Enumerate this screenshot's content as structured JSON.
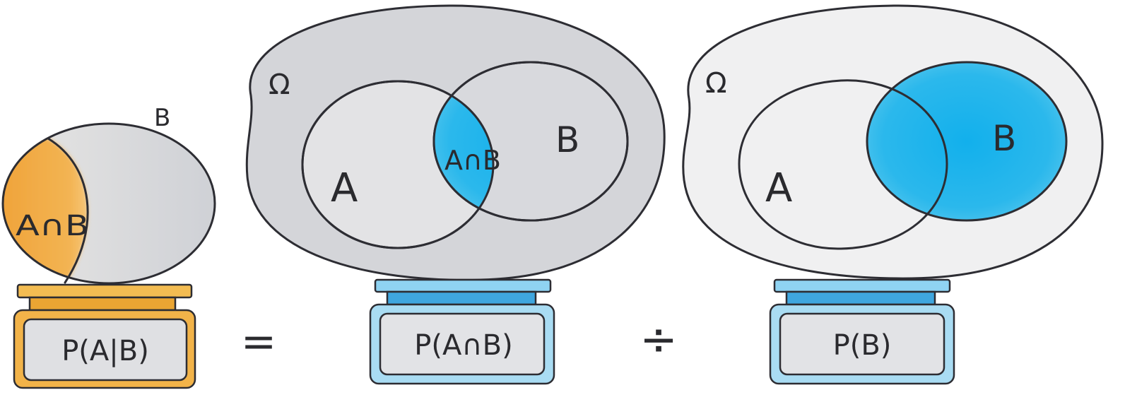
{
  "colors": {
    "orange": "#f0a83a",
    "blue": "#21b2e8",
    "gray_fill": "#d3d5da",
    "light_gray_fill": "#eeeeef",
    "ink": "#2d2d33"
  },
  "left_figure": {
    "set_label": "B",
    "region_label": "A∩B",
    "scale_label": "P(A|B)"
  },
  "equals_sign": "=",
  "middle_figure": {
    "universe_label": "Ω",
    "set_a_label": "A",
    "set_b_label": "B",
    "intersection_label": "A∩B",
    "scale_label": "P(A∩B)"
  },
  "divide_sign": "÷",
  "right_figure": {
    "universe_label": "Ω",
    "set_a_label": "A",
    "set_b_label": "B",
    "scale_label": "P(B)"
  }
}
